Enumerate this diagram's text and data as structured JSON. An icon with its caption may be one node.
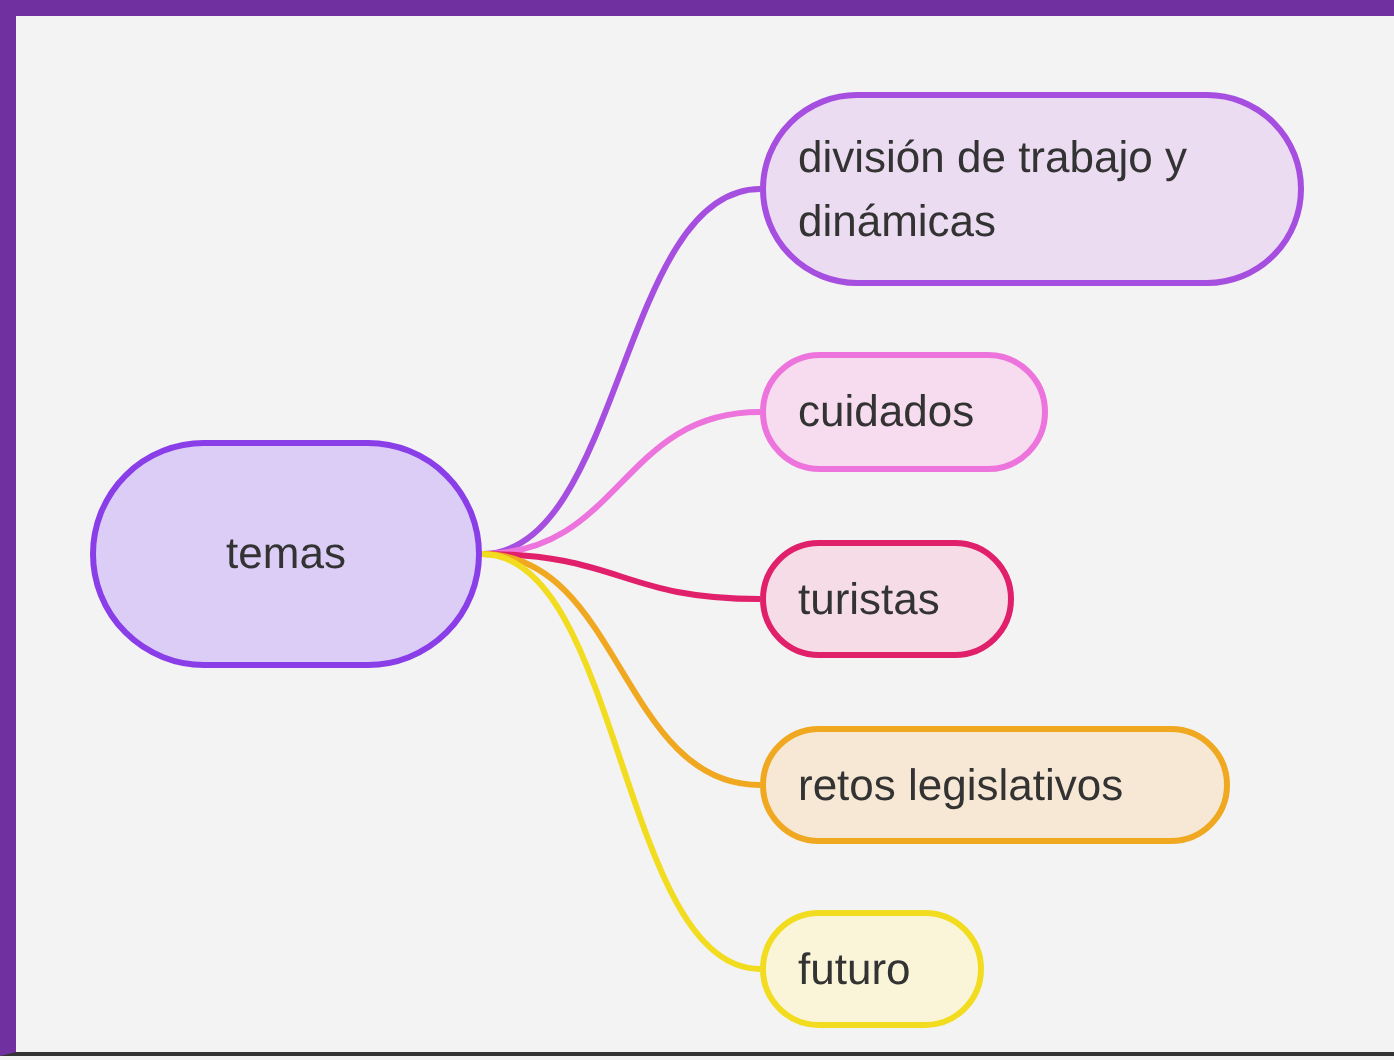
{
  "diagram": {
    "nodes": [
      {
        "text": [
          "temas"
        ]
      },
      {
        "text": [
          "división de trabajo y dinámicas"
        ]
      },
      {
        "text": [
          "cuidados"
        ]
      },
      {
        "text": [
          "turistas"
        ]
      },
      {
        "text": [
          "retos legislativos"
        ]
      },
      {
        "text": [
          "futuro"
        ]
      }
    ],
    "edges": [
      {
        "from": 0,
        "to": 1,
        "arrow": "none",
        "color": "#a64ee0"
      },
      {
        "from": 0,
        "to": 2,
        "arrow": "none",
        "color": "#ec74dc"
      },
      {
        "from": 0,
        "to": 3,
        "arrow": "none",
        "color": "#e0206a"
      },
      {
        "from": 0,
        "to": 4,
        "arrow": "none",
        "color": "#f0a820"
      },
      {
        "from": 0,
        "to": 5,
        "arrow": "none",
        "color": "#f2dc20"
      }
    ]
  }
}
